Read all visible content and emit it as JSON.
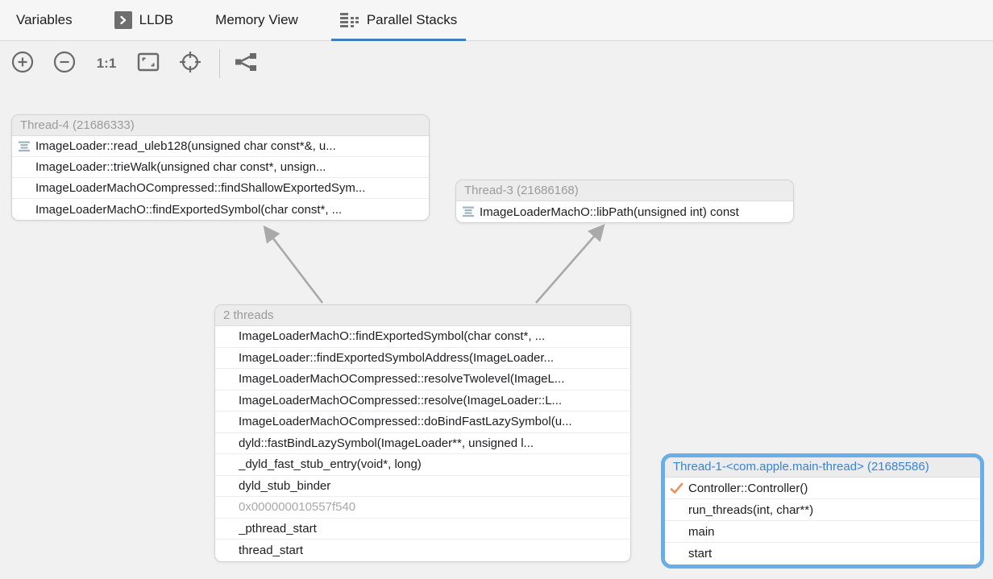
{
  "tabs": [
    {
      "label": "Variables",
      "active": false
    },
    {
      "label": "LLDB",
      "icon": "terminal-icon",
      "active": false
    },
    {
      "label": "Memory View",
      "active": false
    },
    {
      "label": "Parallel Stacks",
      "icon": "parallel-stacks-icon",
      "active": true
    }
  ],
  "toolbar": {
    "zoom_in_icon": "plus-circle-icon",
    "zoom_out_icon": "minus-circle-icon",
    "one_to_one_label": "1:1",
    "fit_icon": "fit-to-screen-icon",
    "center_icon": "crosshair-target-icon",
    "graph_icon": "flow-branch-icon"
  },
  "boxes": {
    "thread4": {
      "title": "Thread-4 (21686333)",
      "frames": [
        {
          "text": "ImageLoader::read_uleb128(unsigned char const*&, u...",
          "icon": "stack-icon"
        },
        {
          "text": "ImageLoader::trieWalk(unsigned char const*, unsign..."
        },
        {
          "text": "ImageLoaderMachOCompressed::findShallowExportedSym..."
        },
        {
          "text": "ImageLoaderMachO::findExportedSymbol(char const*, ..."
        }
      ]
    },
    "thread3": {
      "title": "Thread-3 (21686168)",
      "frames": [
        {
          "text": "ImageLoaderMachO::libPath(unsigned int) const",
          "icon": "stack-icon"
        }
      ]
    },
    "group": {
      "title": "2 threads",
      "frames": [
        {
          "text": "ImageLoaderMachO::findExportedSymbol(char const*, ..."
        },
        {
          "text": "ImageLoader::findExportedSymbolAddress(ImageLoader..."
        },
        {
          "text": "ImageLoaderMachOCompressed::resolveTwolevel(ImageL..."
        },
        {
          "text": "ImageLoaderMachOCompressed::resolve(ImageLoader::L..."
        },
        {
          "text": "ImageLoaderMachOCompressed::doBindFastLazySymbol(u..."
        },
        {
          "text": "dyld::fastBindLazySymbol(ImageLoader**, unsigned l..."
        },
        {
          "text": "_dyld_fast_stub_entry(void*, long)"
        },
        {
          "text": "dyld_stub_binder"
        },
        {
          "text": "0x000000010557f540",
          "muted": true
        },
        {
          "text": "_pthread_start"
        },
        {
          "text": "thread_start"
        }
      ]
    },
    "thread1": {
      "title": "Thread-1-<com.apple.main-thread> (21685586)",
      "selected": true,
      "frames": [
        {
          "text": "Controller::Controller()",
          "icon": "check-icon"
        },
        {
          "text": "run_threads(int, char**)"
        },
        {
          "text": "main"
        },
        {
          "text": "start"
        }
      ]
    }
  },
  "colors": {
    "accent_blue": "#3e7fc4",
    "selected_border_blue": "#6aaee8",
    "selected_title_blue": "#3584d6",
    "check_orange": "#e9945f",
    "stack_icon_blue": "#a0b4c2",
    "arrow_gray": "#a9a9a9",
    "icon_gray": "#6a6a6a",
    "header_text_gray": "#9b9b9b"
  }
}
